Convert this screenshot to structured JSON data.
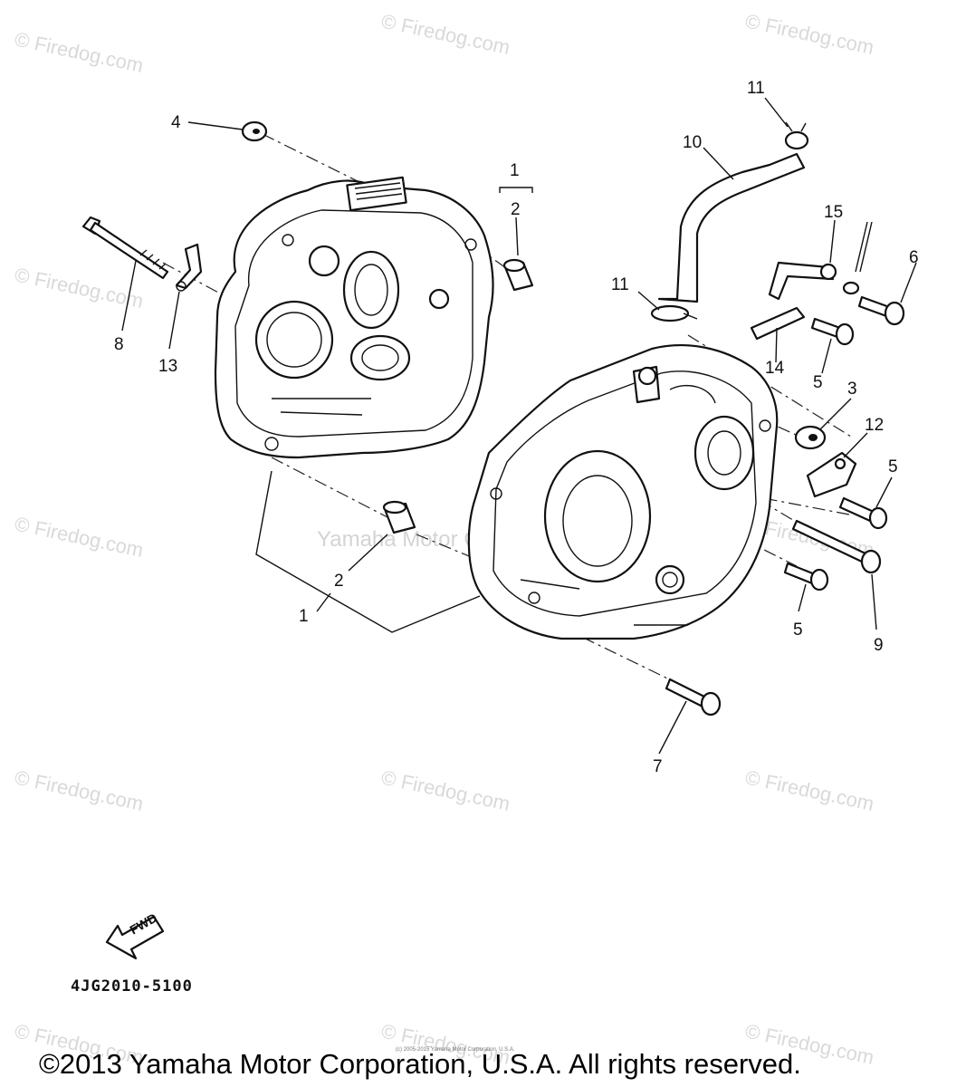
{
  "watermark": {
    "text": "© Firedog.com",
    "center_text": "Yamaha Motor Corp., U.S.A."
  },
  "callouts": {
    "c4": "4",
    "c11_top": "11",
    "c10": "10",
    "c1_top": "1",
    "c2_top": "2",
    "c15": "15",
    "c6": "6",
    "c8": "8",
    "c13": "13",
    "c11_mid": "11",
    "c14": "14",
    "c5_a": "5",
    "c3": "3",
    "c12": "12",
    "c5_b": "5",
    "c2_bottom": "2",
    "c1_bottom": "1",
    "c5_c": "5",
    "c9": "9",
    "c7": "7"
  },
  "fwd_label": "FWD",
  "diagram_code": "4JG2010-5100",
  "small_copyright": "(c) 2005-2015 Yamaha Motor Corporation, U.S.A.",
  "copyright": "©2013 Yamaha Motor Corporation, U.S.A. All rights reserved."
}
